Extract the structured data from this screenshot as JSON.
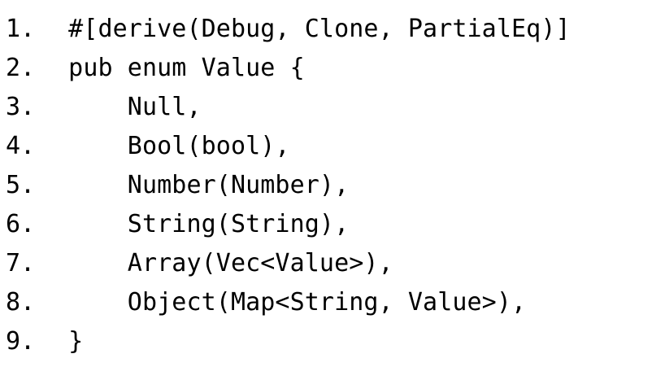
{
  "listing": {
    "language": "rust",
    "background_color": "#ffffff",
    "text_color": "#000000",
    "line_number_separator": ".",
    "lines": [
      {
        "number": "1.",
        "code": " #[derive(Debug, Clone, PartialEq)]"
      },
      {
        "number": "2.",
        "code": " pub enum Value {"
      },
      {
        "number": "3.",
        "code": "     Null,"
      },
      {
        "number": "4.",
        "code": "     Bool(bool),"
      },
      {
        "number": "5.",
        "code": "     Number(Number),"
      },
      {
        "number": "6.",
        "code": "     String(String),"
      },
      {
        "number": "7.",
        "code": "     Array(Vec<Value>),"
      },
      {
        "number": "8.",
        "code": "     Object(Map<String, Value>),"
      },
      {
        "number": "9.",
        "code": " }"
      }
    ]
  }
}
